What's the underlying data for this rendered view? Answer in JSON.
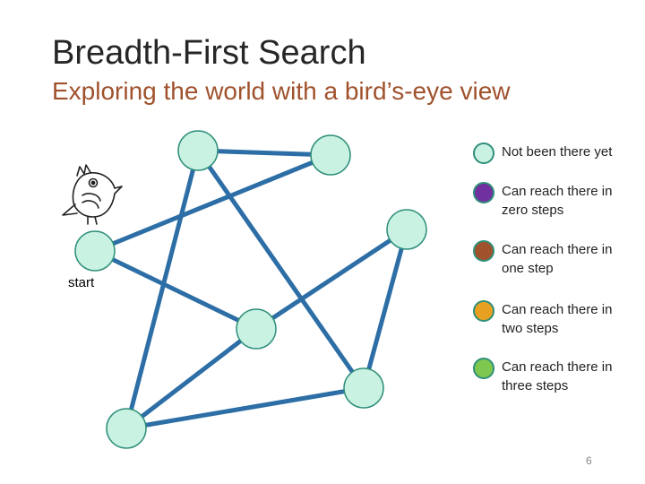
{
  "slide": {
    "title": "Breadth-First Search",
    "subtitle": "Exploring the world with a bird’s-eye view",
    "start_label": "start",
    "page_number": "6"
  },
  "colors": {
    "node_fill": "#c9f2e3",
    "node_stroke": "#2f8f7a",
    "edge": "#2c6ea5",
    "title": "#262626",
    "subtitle": "#a0522d"
  },
  "graph": {
    "start_node": "start",
    "nodes": [
      "n-top-left",
      "n-top-right",
      "n-right-mid",
      "start",
      "n-center",
      "n-bottom-right",
      "n-bottom-left"
    ],
    "edges": [
      [
        "n-top-left",
        "n-top-right"
      ],
      [
        "n-top-right",
        "start"
      ],
      [
        "n-top-left",
        "n-bottom-left"
      ],
      [
        "n-top-left",
        "n-bottom-right"
      ],
      [
        "start",
        "n-center"
      ],
      [
        "n-center",
        "n-right-mid"
      ],
      [
        "n-center",
        "n-bottom-left"
      ],
      [
        "n-right-mid",
        "n-bottom-right"
      ],
      [
        "n-bottom-left",
        "n-bottom-right"
      ]
    ]
  },
  "legend": [
    {
      "label": "Not been there yet",
      "color": "#c9f2e3"
    },
    {
      "label": "Can reach there in zero steps",
      "color": "#7030a0"
    },
    {
      "label": "Can reach there in one step",
      "color": "#a0522d"
    },
    {
      "label": "Can reach there in two steps",
      "color": "#e8a020"
    },
    {
      "label": "Can reach there in three steps",
      "color": "#7ec850"
    }
  ],
  "icons": {
    "bird": "bird-icon"
  }
}
